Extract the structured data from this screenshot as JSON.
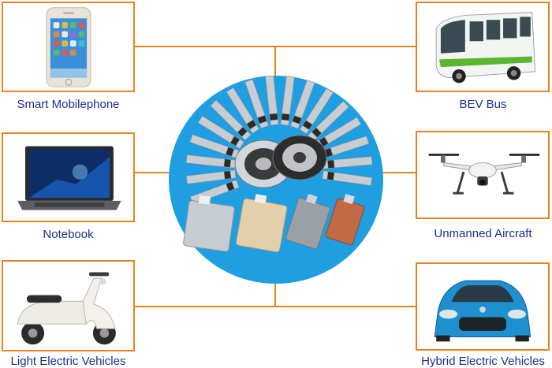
{
  "colors": {
    "connector": "#e8821e",
    "caption_text": "#1d2f8f",
    "hub_fill": "#1f9fe2"
  },
  "applications": [
    {
      "id": "phone",
      "label": "Smart Mobilephone",
      "icon": "smartphone-icon"
    },
    {
      "id": "notebook",
      "label": "Notebook",
      "icon": "laptop-icon"
    },
    {
      "id": "scooter",
      "label": "Light Electric Vehicles",
      "icon": "scooter-icon"
    },
    {
      "id": "bus",
      "label": "BEV Bus",
      "icon": "bus-icon"
    },
    {
      "id": "drone",
      "label": "Unmanned Aircraft",
      "icon": "drone-icon"
    },
    {
      "id": "car",
      "label": "Hybrid Electric Vehicles",
      "icon": "car-icon"
    }
  ],
  "hub": {
    "icon": "battery-materials-icon"
  }
}
